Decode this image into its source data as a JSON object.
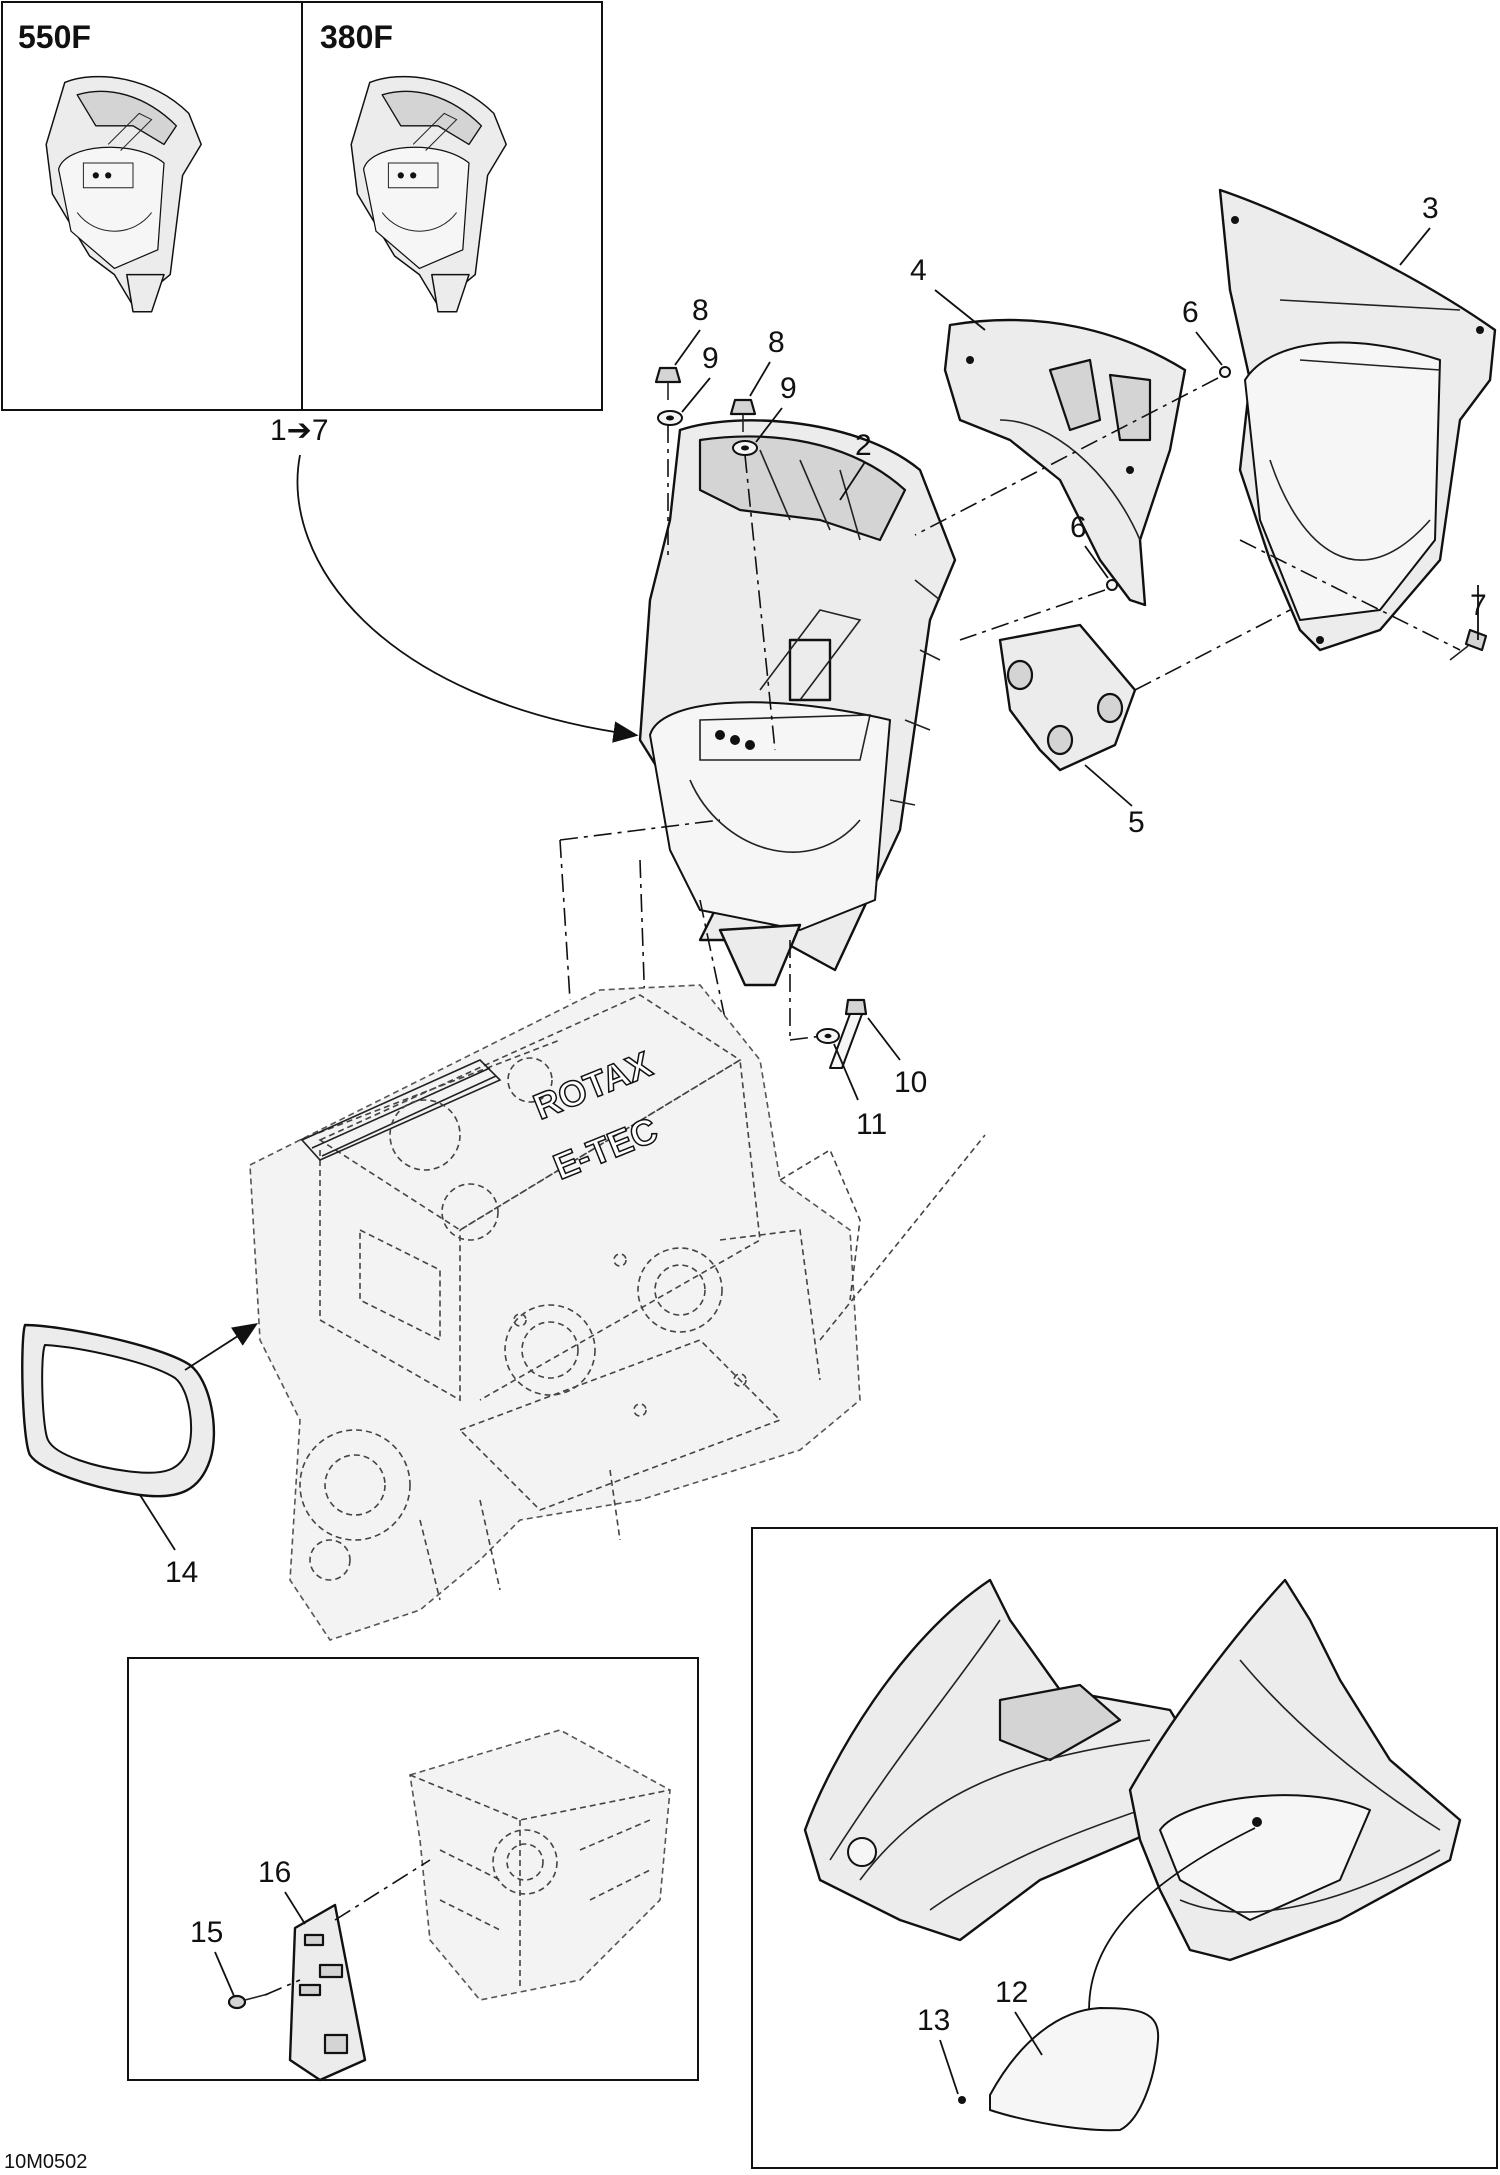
{
  "variants": {
    "left": "550F",
    "right": "380F"
  },
  "callouts": {
    "c1_7": "1➔7",
    "c2": "2",
    "c3": "3",
    "c4": "4",
    "c5": "5",
    "c6a": "6",
    "c6b": "6",
    "c7": "7",
    "c8a": "8",
    "c8b": "8",
    "c9a": "9",
    "c9b": "9",
    "c10": "10",
    "c11": "11",
    "c12": "12",
    "c13": "13",
    "c14": "14",
    "c15": "15",
    "c16": "16"
  },
  "engine_brand": "ROTAX",
  "engine_model": "E-TEC",
  "drawing_code": "10M0502"
}
